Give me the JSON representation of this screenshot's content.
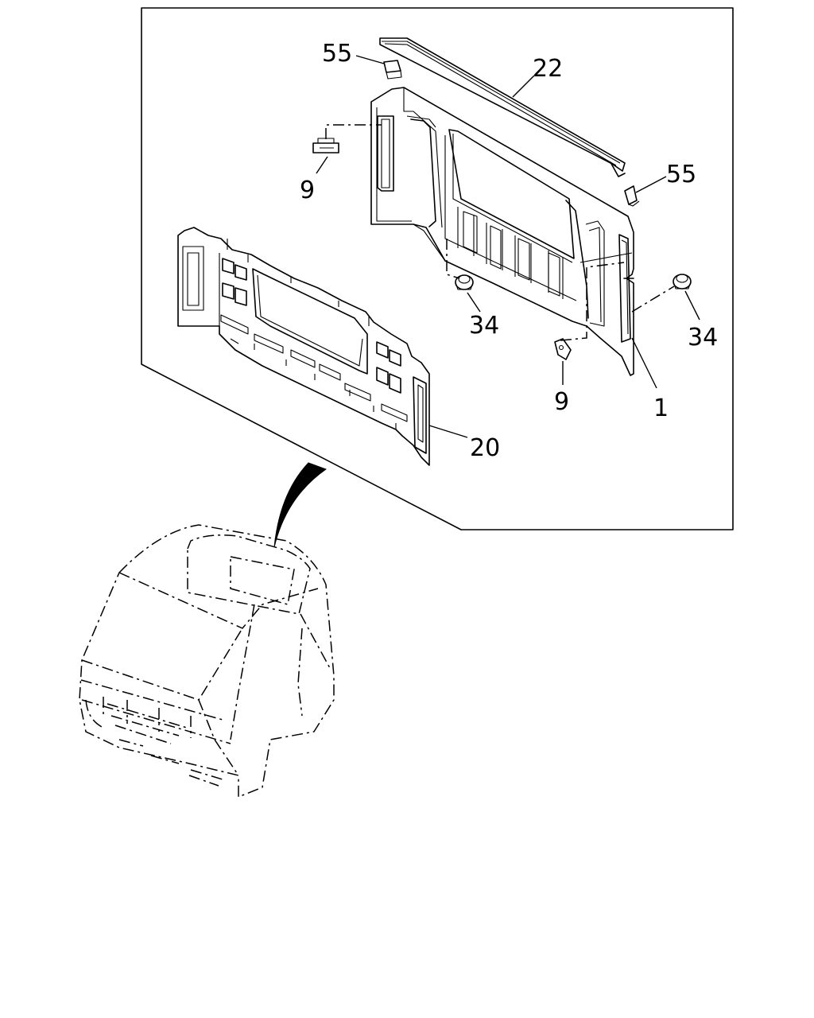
{
  "callouts": {
    "c55a": "55",
    "c22": "22",
    "c9a": "9",
    "c55b": "55",
    "c34a": "34",
    "c34b": "34",
    "c9b": "9",
    "c1": "1",
    "c20": "20"
  },
  "colors": {
    "line": "#000000",
    "background": "#ffffff"
  }
}
